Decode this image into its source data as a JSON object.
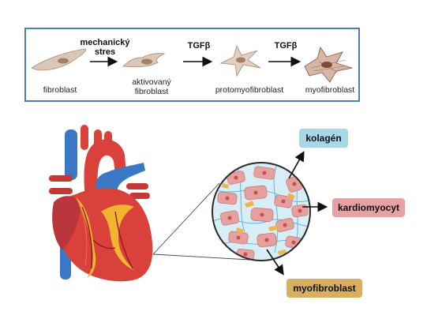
{
  "process": {
    "steps": [
      {
        "label": "fibroblast"
      },
      {
        "label": "aktivovaný fibroblast"
      },
      {
        "label": "protomyofibroblast"
      },
      {
        "label": "myofibroblast"
      }
    ],
    "arrows": [
      {
        "label": "mechanický stres"
      },
      {
        "label": "TGFβ"
      },
      {
        "label": "TGFβ"
      }
    ]
  },
  "tags": {
    "collagen": {
      "label": "kolagén",
      "color": "#a8d8e8"
    },
    "cardiomyocyte": {
      "label": "kardiomyocyt",
      "color": "#e6a2a2"
    },
    "myofibroblast": {
      "label": "myofibroblast",
      "color": "#d9b062"
    }
  },
  "colors": {
    "panel_border": "#4f7db3",
    "heart_red": "#d9413a",
    "vessel_blue": "#3a78c6",
    "fat_yellow": "#f2b431"
  }
}
